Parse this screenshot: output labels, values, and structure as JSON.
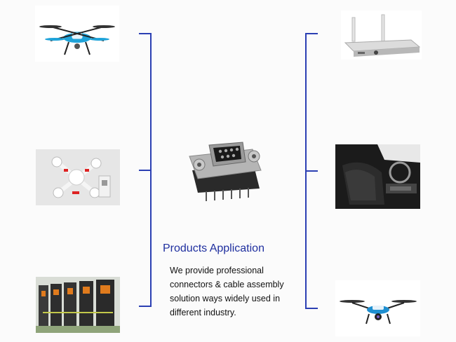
{
  "products_application": {
    "title": "Products Application",
    "description_lines": [
      "We provide professional",
      "connectors & cable assembly",
      "solution ways widely used in",
      "different industry."
    ]
  },
  "images": {
    "top_left": "drone-blue-icon",
    "middle_left": "drone-white-icon",
    "bottom_left": "industrial-drives-icon",
    "center": "db9-connector-icon",
    "top_right": "router-box-icon",
    "middle_right": "car-interior-icon",
    "bottom_right": "camera-drone-icon"
  },
  "colors": {
    "accent": "#2b3fb3",
    "title": "#1f2f9f"
  }
}
